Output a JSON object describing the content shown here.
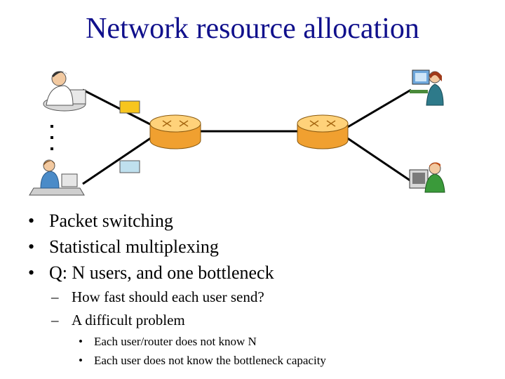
{
  "slide": {
    "title": "Network resource allocation",
    "ellipsis": "…",
    "bullets": [
      "Packet switching",
      "Statistical multiplexing",
      "Q: N users, and one bottleneck"
    ],
    "sub_bullets": [
      "How fast should each user send?",
      " A difficult problem"
    ],
    "sub_sub_bullets": [
      "Each user/router does not know N",
      "Each user does not know the bottleneck capacity"
    ]
  },
  "colors": {
    "title": "#10108c",
    "router_fill": "#f0a030",
    "router_top": "#ffd27a",
    "packet_yellow": "#f7c51e",
    "packet_blue": "#bfe0ee",
    "link": "#000000"
  }
}
